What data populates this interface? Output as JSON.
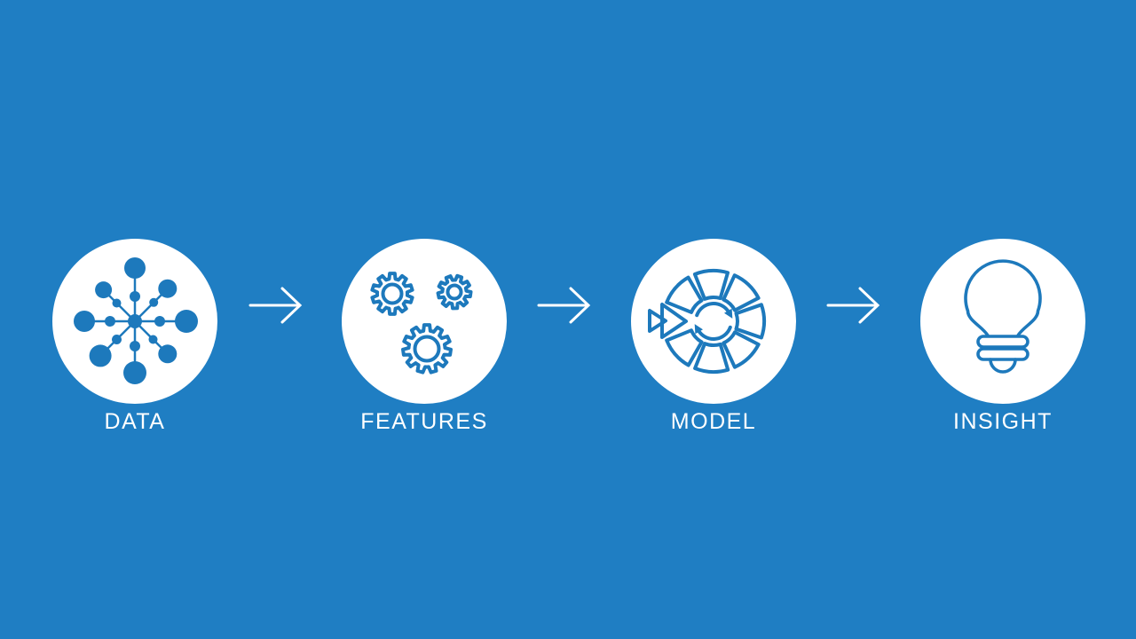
{
  "slide": {
    "type": "process-flow",
    "direction": "left-to-right"
  },
  "colors": {
    "background": "#1F7EC3",
    "icon_blue": "#1D79BC",
    "circle_fill": "#FFFFFF",
    "label_text": "#FFFFFF",
    "arrow": "#FFFFFF"
  },
  "stages": [
    {
      "label": "DATA",
      "icon": "data-network-icon"
    },
    {
      "label": "FEATURES",
      "icon": "gears-icon"
    },
    {
      "label": "MODEL",
      "icon": "model-iteration-icon"
    },
    {
      "label": "INSIGHT",
      "icon": "lightbulb-icon"
    }
  ],
  "connector_icon": "arrow-right-icon"
}
